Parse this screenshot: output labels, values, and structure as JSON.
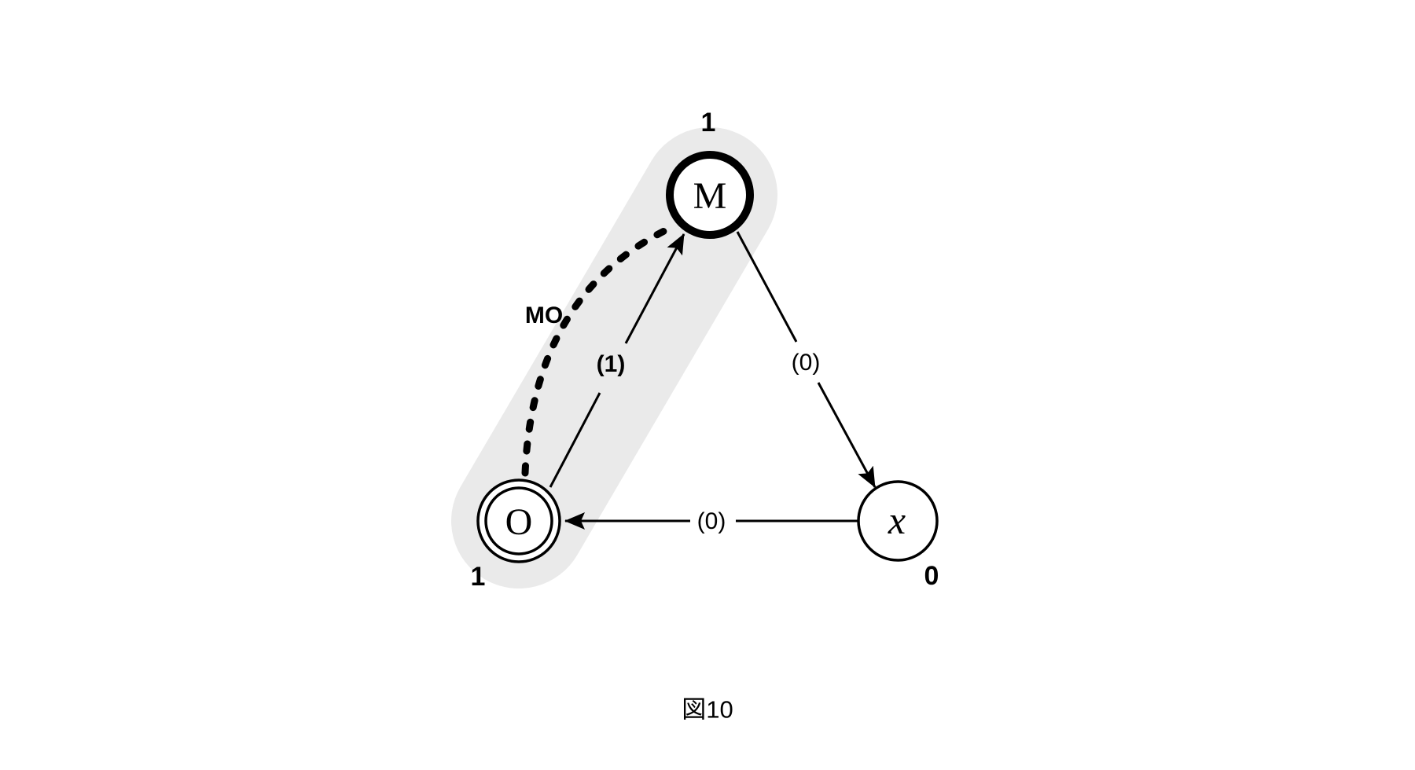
{
  "figure": {
    "caption": "図10"
  },
  "colors": {
    "ink": "#000000",
    "bg": "#ffffff",
    "highlight": "#eaeaea"
  },
  "nodes": [
    {
      "id": "M",
      "label": "M",
      "output": "1",
      "shape": "bold-circle"
    },
    {
      "id": "O",
      "label": "O",
      "output": "1",
      "shape": "double-circle"
    },
    {
      "id": "x",
      "label": "x",
      "output": "0",
      "shape": "plain-circle"
    }
  ],
  "edges": [
    {
      "id": "MO-dashed",
      "from": "O",
      "to": "M",
      "label": "MO",
      "style": "thick-dashed-curve"
    },
    {
      "id": "O-to-M",
      "from": "O",
      "to": "M",
      "label": "(1)",
      "style": "solid-arrow"
    },
    {
      "id": "M-to-x",
      "from": "M",
      "to": "x",
      "label": "(0)",
      "style": "solid-arrow"
    },
    {
      "id": "x-to-O",
      "from": "x",
      "to": "O",
      "label": "(0)",
      "style": "solid-arrow"
    }
  ]
}
